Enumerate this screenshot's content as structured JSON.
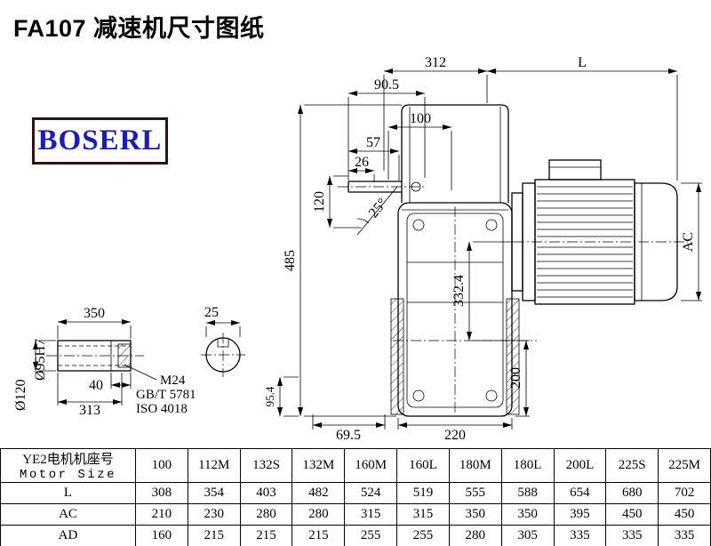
{
  "page": {
    "title": "FA107 减速机尺寸图纸",
    "logo_text": "BOSERL",
    "accent_colors": {
      "logo_text": "#1c1cbc",
      "logo_border": "#2b1414",
      "line": "#000000"
    }
  },
  "drawing": {
    "labels": {
      "top_width": "312",
      "motor_length": "L",
      "d90_5": "90.5",
      "d100": "100",
      "d57": "57",
      "d26": "26",
      "d120": "120",
      "angle": "25°",
      "d485": "485",
      "d332_4": "332.4",
      "ac": "AC",
      "d200": "200",
      "d95_4": "95.4",
      "d69_5": "69.5",
      "d220": "220",
      "d350": "350",
      "d25": "25",
      "d40": "40",
      "d313": "313",
      "dia120": "Ø120",
      "dia95h7": "Ø95H7",
      "m24": "M24",
      "gbt": "GB/T 5781",
      "iso": "ISO 4018"
    }
  },
  "table": {
    "header_cn": "YE2电机机座号",
    "header_en": "Motor Size",
    "columns": [
      "100",
      "112M",
      "132S",
      "132M",
      "160M",
      "160L",
      "180M",
      "180L",
      "200L",
      "225S",
      "225M"
    ],
    "rows": [
      {
        "label": "L",
        "values": [
          "308",
          "354",
          "403",
          "482",
          "524",
          "519",
          "555",
          "588",
          "654",
          "680",
          "702"
        ]
      },
      {
        "label": "AC",
        "values": [
          "210",
          "230",
          "280",
          "280",
          "315",
          "315",
          "350",
          "350",
          "395",
          "450",
          "450"
        ]
      },
      {
        "label": "AD",
        "values": [
          "160",
          "215",
          "215",
          "215",
          "255",
          "255",
          "280",
          "305",
          "335",
          "335",
          "335"
        ]
      }
    ]
  }
}
